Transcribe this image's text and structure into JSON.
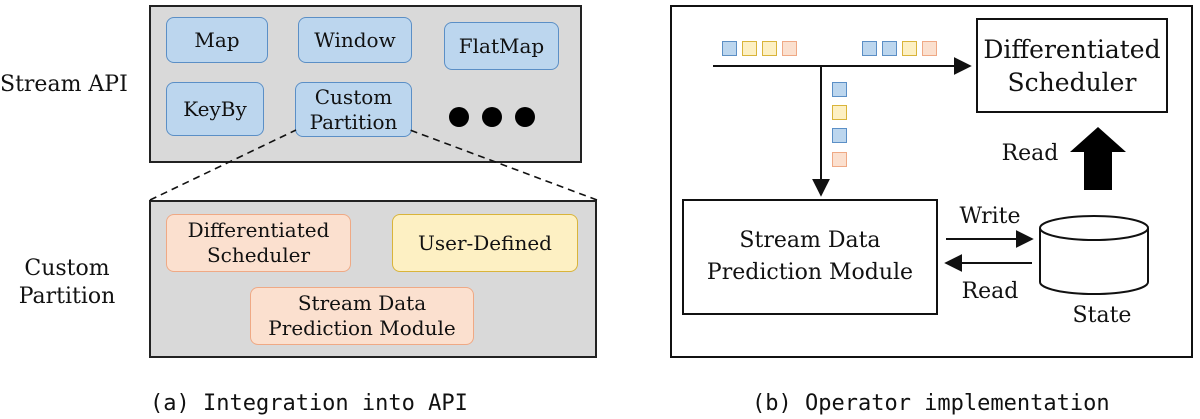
{
  "left": {
    "stream_api_label": "Stream API",
    "custom_partition_label": [
      "Custom",
      "Partition"
    ],
    "operators": [
      {
        "label": "Map"
      },
      {
        "label": "Window"
      },
      {
        "label": "FlatMap"
      },
      {
        "label": "KeyBy"
      },
      {
        "label": "Custom\nPartition"
      }
    ],
    "partition_modules": [
      {
        "label": "Differentiated\nScheduler",
        "color": "#fbe0cf"
      },
      {
        "label": "User-Defined",
        "color": "#fdf0c3"
      },
      {
        "label": "Stream Data\nPrediction Module",
        "color": "#fbe0cf"
      }
    ],
    "caption": "(a) Integration into API"
  },
  "right": {
    "scheduler_box": "Differentiated\nScheduler",
    "prediction_box": "Stream Data\nPrediction Module",
    "write_label": "Write",
    "read_label_lower": "Read",
    "read_label_upper": "Read",
    "state_label": "State",
    "caption": "(b) Operator implementation"
  },
  "colors": {
    "blue": "#bcd6ee",
    "yellow": "#fdf0c3",
    "peach": "#fbe0cf"
  }
}
